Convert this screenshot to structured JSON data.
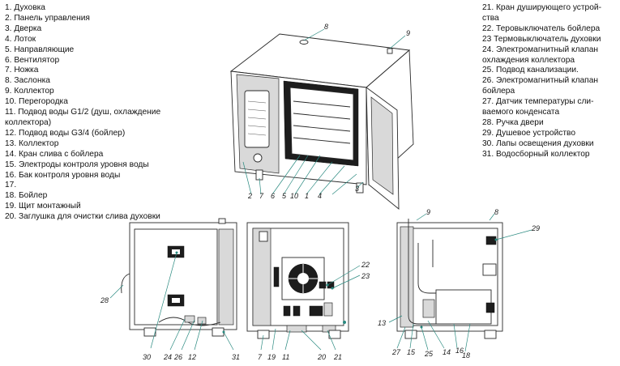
{
  "legend_left": [
    "1. Духовка",
    "2. Панель управления",
    "3. Дверка",
    "4. Лоток",
    "5. Направляющие",
    "6. Вентилятор",
    "7. Ножка",
    "8. Заслонка",
    "9. Коллектор",
    "10. Перегородка",
    "11. Подвод воды G1/2 (душ, охлаждение",
    "коллектора)",
    "12. Подвод воды G3/4 (бойлер)",
    "13. Коллектор",
    "14. Кран слива с бойлера",
    "15. Электроды контроля уровня воды",
    "16. Бак контроля уровня воды",
    "17.",
    "18. Бойлер",
    "19. Щит монтажный",
    "20. Заглушка для очистки слива духовки"
  ],
  "legend_right": [
    "21. Кран душирующего устрой-",
    "ства",
    "22. Теровыключатель бойлера",
    "23 Термовыключатель духовки",
    "24. Электромагнитный клапан",
    "охлаждения коллектора",
    "25. Подвод канализации.",
    "26. Электромагнитный клапан",
    "бойлера",
    "27. Датчик температуры сли-",
    "ваемого конденсата",
    "28. Ручка двери",
    "29. Душевое устройство",
    "30. Лапы освещения духовки",
    "31. Водосборный коллектор"
  ],
  "callouts": {
    "iso": [
      "8",
      "9",
      "2",
      "7",
      "6",
      "5",
      "10",
      "1",
      "4",
      "3"
    ],
    "left_view": [
      "28",
      "30",
      "24",
      "26",
      "12",
      "31"
    ],
    "mid_view": [
      "22",
      "23",
      "7",
      "19",
      "11",
      "20",
      "21"
    ],
    "right_view": [
      "9",
      "8",
      "29",
      "13",
      "27",
      "15",
      "25",
      "14",
      "16",
      "18"
    ]
  }
}
